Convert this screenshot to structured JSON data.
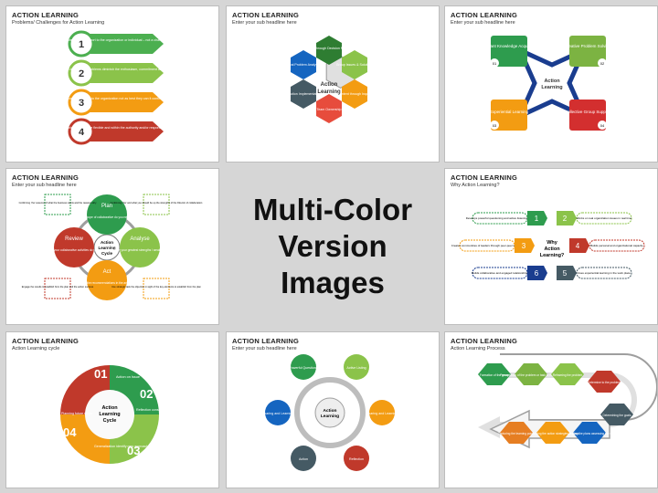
{
  "center": {
    "line1": "Multi-Color",
    "line2": "Version Images"
  },
  "slides": [
    {
      "title": "ACTION LEARNING",
      "subtitle": "Problems/ Challenges for Action Learning",
      "nums": [
        "1",
        "2",
        "3",
        "4"
      ],
      "texts": [
        "Reputation and support to the organization or individual – not a chance up each one",
        "Unimportant problems diminish the enthusiasm, commitment and learning",
        "The team suppose to return it to the organization not as best they can it continues to the action learning",
        "Problems should be flexible and within the authority and/or responsibility of group"
      ],
      "colors": [
        "#4caf50",
        "#8bc34a",
        "#f39c12",
        "#c0392b"
      ]
    },
    {
      "title": "ACTION LEARNING",
      "subtitle": "Enter your sub headline here",
      "center": [
        "Action",
        "Learning"
      ],
      "items": [
        "Breakthrough Decision Making",
        "Group Issues & Solutions",
        "Content through Inquiry",
        "Team Ownership",
        "Solution Implementation",
        "Real Problem Analysis"
      ],
      "colors": [
        "#2e7d32",
        "#8bc34a",
        "#f39c12",
        "#e74c3c",
        "#455a64",
        "#1565c0"
      ]
    },
    {
      "title": "ACTION LEARNING",
      "subtitle": "Enter your sub headline here",
      "center": [
        "Action",
        "Learning"
      ],
      "items": [
        "Relevant Knowledge Acquisition",
        "Creative Problem Solving",
        "Experiential Learning",
        "Collective Group Support"
      ],
      "nums": [
        "01",
        "02",
        "03",
        "04"
      ],
      "colors": [
        "#2e9c4e",
        "#7cb342",
        "#f39c12",
        "#d32f2f",
        "#1a3d8f"
      ]
    },
    {
      "title": "ACTION LEARNING",
      "subtitle": "Enter your sub headline here",
      "center": [
        "Action",
        "Learning",
        "Cycle"
      ],
      "labels": [
        "Plan",
        "Analyse",
        "Act",
        "Review"
      ],
      "inner": [
        "What is the scope of collaborative do you need to Model?",
        "What are your greatest strengths / weaknesses?",
        "Implement the recommendations in the analysis work",
        "How successful your collaborative activities do you need to get?"
      ],
      "notes": [
        "Confirming ‘the’ essence of what the business wants and the reasons why",
        "Confirming ‘the’ and what you should be up the strengths of the Director of collaboration",
        "Use strategic task the objective in sight of the key elements to establish from the plan",
        "Engage the results to establish from the plan and the action success"
      ],
      "colors": [
        "#2e9c4e",
        "#8bc34a",
        "#f39c12",
        "#c0392b"
      ]
    },
    {
      "title": "ACTION LEARNING",
      "subtitle": "Why Action Learning?",
      "center": [
        "Why",
        "Action",
        "Learning?"
      ],
      "nums": [
        "1",
        "2",
        "3",
        "4",
        "5",
        "6"
      ],
      "texts": [
        "Develops powerful questioning and active listening skills",
        "Works on real organization issues in real time",
        "Creates communities of leaders through peer-peer learning",
        "Builds personal and organizational capacity",
        "Builds collaborative and engaged relationships",
        "Uses experiential learning in the work place"
      ],
      "colors": [
        "#2e9c4e",
        "#8bc34a",
        "#f39c12",
        "#c0392b",
        "#1a3d8f",
        "#455a64"
      ]
    },
    {
      "title": "ACTION LEARNING",
      "subtitle": "Action Learning cycle",
      "center": [
        "Action",
        "Learning",
        "Cycle"
      ],
      "nums": [
        "01",
        "02",
        "03",
        "04"
      ],
      "texts": [
        "Action on Issue",
        "Reflection consideration of effects",
        "Generalization identify new approaches",
        "Planning future steps"
      ],
      "colors": [
        "#2e9c4e",
        "#8bc34a",
        "#f39c12",
        "#c0392b"
      ]
    },
    {
      "title": "ACTION LEARNING",
      "subtitle": "Enter your sub headline here",
      "center": [
        "Action",
        "Learning"
      ],
      "items": [
        "Powerful Questions",
        "Active Listing",
        "Sharing and Learning",
        "Reflection",
        "Action",
        "Sharing and Learning"
      ],
      "colors": [
        "#2e9c4e",
        "#8bc34a",
        "#f39c12",
        "#c0392b",
        "#455a64",
        "#1565c0"
      ]
    },
    {
      "title": "ACTION LEARNING",
      "subtitle": "Action Learning Process",
      "items": [
        "Formation of the group",
        "Presentation of the problem or task to the group",
        "Reframing the problem",
        "Determine to the problem",
        "Determining the goals",
        "Implementing the plans assessing the results",
        "Developing the action strategies & plans",
        "Capturing the learning points"
      ],
      "colors": [
        "#2e9c4e",
        "#7cb342",
        "#8bc34a",
        "#c0392b",
        "#455a64",
        "#1565c0",
        "#f39c12",
        "#e67e22"
      ]
    }
  ]
}
